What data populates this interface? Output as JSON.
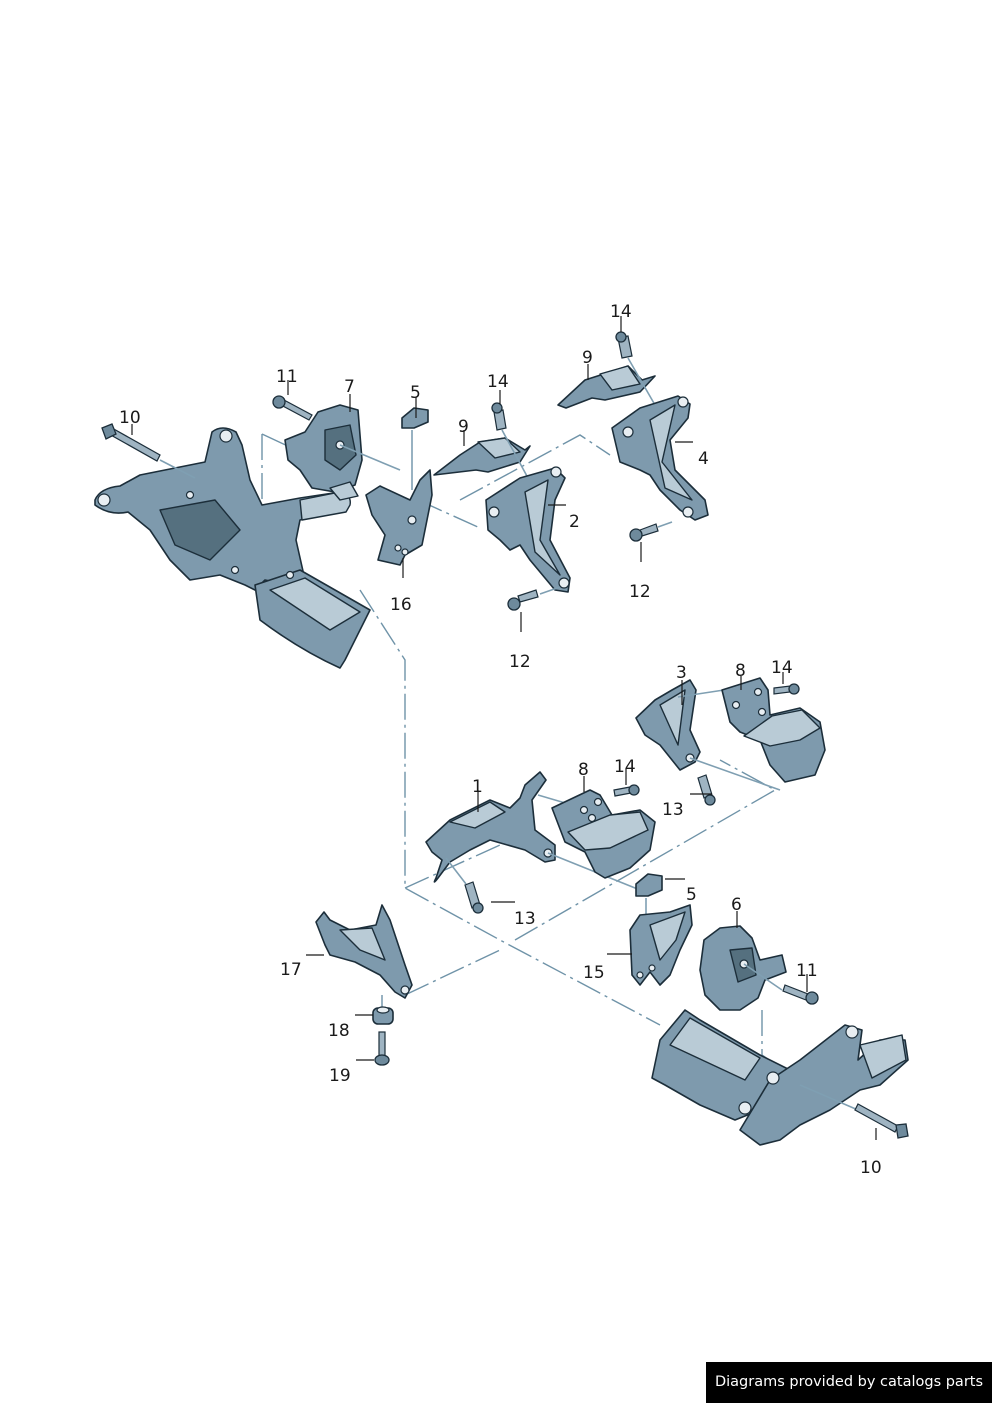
{
  "diagram": {
    "title": "Engine / transmission mounting exploded view",
    "callouts": [
      {
        "id": "c1",
        "text": "1"
      },
      {
        "id": "c2",
        "text": "2"
      },
      {
        "id": "c3",
        "text": "3"
      },
      {
        "id": "c4",
        "text": "4"
      },
      {
        "id": "c5a",
        "text": "5"
      },
      {
        "id": "c5b",
        "text": "5"
      },
      {
        "id": "c6",
        "text": "6"
      },
      {
        "id": "c7",
        "text": "7"
      },
      {
        "id": "c8a",
        "text": "8"
      },
      {
        "id": "c8b",
        "text": "8"
      },
      {
        "id": "c9a",
        "text": "9"
      },
      {
        "id": "c9b",
        "text": "9"
      },
      {
        "id": "c10a",
        "text": "10"
      },
      {
        "id": "c10b",
        "text": "10"
      },
      {
        "id": "c11a",
        "text": "11"
      },
      {
        "id": "c11b",
        "text": "11"
      },
      {
        "id": "c12a",
        "text": "12"
      },
      {
        "id": "c12b",
        "text": "12"
      },
      {
        "id": "c13a",
        "text": "13"
      },
      {
        "id": "c13b",
        "text": "13"
      },
      {
        "id": "c14a",
        "text": "14"
      },
      {
        "id": "c14b",
        "text": "14"
      },
      {
        "id": "c14c",
        "text": "14"
      },
      {
        "id": "c14d",
        "text": "14"
      },
      {
        "id": "c15",
        "text": "15"
      },
      {
        "id": "c16",
        "text": "16"
      },
      {
        "id": "c17",
        "text": "17"
      },
      {
        "id": "c18",
        "text": "18"
      },
      {
        "id": "c19",
        "text": "19"
      }
    ],
    "colors": {
      "part": "#7e9aad",
      "part_light": "#b9cbd6",
      "outline": "#1c2e3a",
      "dash": "#6f93a8"
    }
  },
  "footer": {
    "text": "Diagrams provided by catalogs parts"
  }
}
